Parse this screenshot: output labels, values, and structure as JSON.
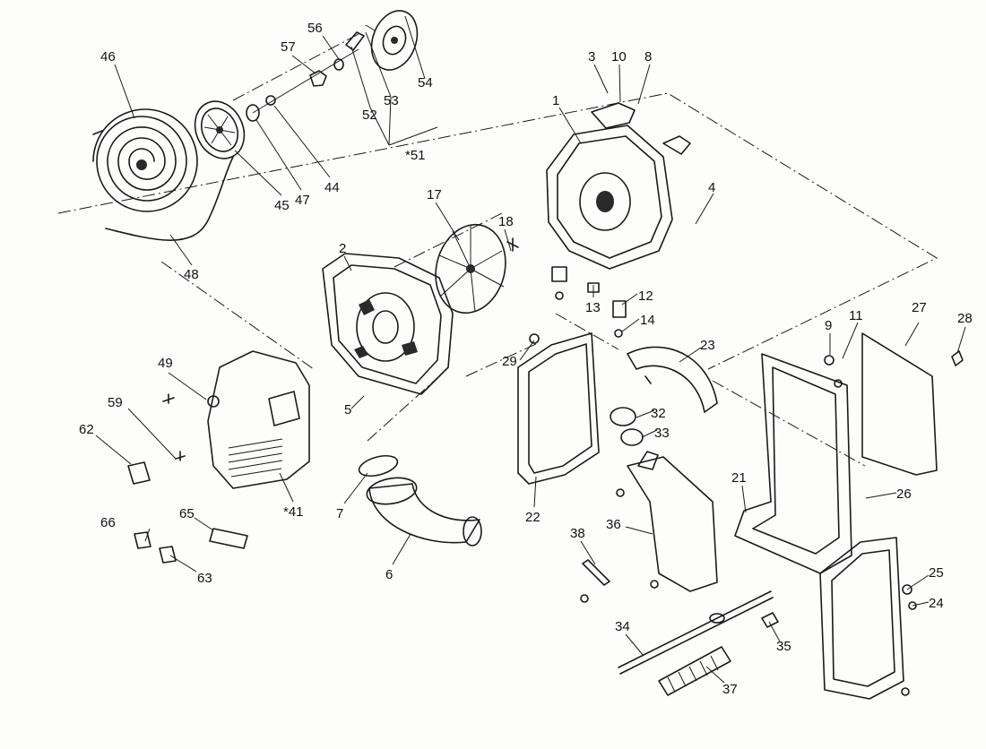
{
  "callouts": [
    {
      "id": "c46",
      "label": "46"
    },
    {
      "id": "c45",
      "label": "45"
    },
    {
      "id": "c47",
      "label": "47"
    },
    {
      "id": "c44",
      "label": "44"
    },
    {
      "id": "c48",
      "label": "48"
    },
    {
      "id": "c57",
      "label": "57"
    },
    {
      "id": "c56",
      "label": "56"
    },
    {
      "id": "c52",
      "label": "52"
    },
    {
      "id": "c53",
      "label": "53"
    },
    {
      "id": "c54",
      "label": "54"
    },
    {
      "id": "c51",
      "label": "*51"
    },
    {
      "id": "c3",
      "label": "3"
    },
    {
      "id": "c10",
      "label": "10"
    },
    {
      "id": "c8",
      "label": "8"
    },
    {
      "id": "c1",
      "label": "1"
    },
    {
      "id": "c4",
      "label": "4"
    },
    {
      "id": "c17",
      "label": "17"
    },
    {
      "id": "c18",
      "label": "18"
    },
    {
      "id": "c2",
      "label": "2"
    },
    {
      "id": "c13",
      "label": "13"
    },
    {
      "id": "c12",
      "label": "12"
    },
    {
      "id": "c14",
      "label": "14"
    },
    {
      "id": "c9",
      "label": "9"
    },
    {
      "id": "c11",
      "label": "11"
    },
    {
      "id": "c27",
      "label": "27"
    },
    {
      "id": "c28",
      "label": "28"
    },
    {
      "id": "c49",
      "label": "49"
    },
    {
      "id": "c59",
      "label": "59"
    },
    {
      "id": "c62",
      "label": "62"
    },
    {
      "id": "c5",
      "label": "5"
    },
    {
      "id": "c41",
      "label": "*41"
    },
    {
      "id": "c29",
      "label": "29"
    },
    {
      "id": "c23",
      "label": "23"
    },
    {
      "id": "c32",
      "label": "32"
    },
    {
      "id": "c33",
      "label": "33"
    },
    {
      "id": "c7",
      "label": "7"
    },
    {
      "id": "c6",
      "label": "6"
    },
    {
      "id": "c66",
      "label": "66"
    },
    {
      "id": "c65",
      "label": "65"
    },
    {
      "id": "c63",
      "label": "63"
    },
    {
      "id": "c22",
      "label": "22"
    },
    {
      "id": "c36",
      "label": "36"
    },
    {
      "id": "c21",
      "label": "21"
    },
    {
      "id": "c26",
      "label": "26"
    },
    {
      "id": "c38",
      "label": "38"
    },
    {
      "id": "c25",
      "label": "25"
    },
    {
      "id": "c24",
      "label": "24"
    },
    {
      "id": "c34",
      "label": "34"
    },
    {
      "id": "c35",
      "label": "35"
    },
    {
      "id": "c37",
      "label": "37"
    }
  ]
}
